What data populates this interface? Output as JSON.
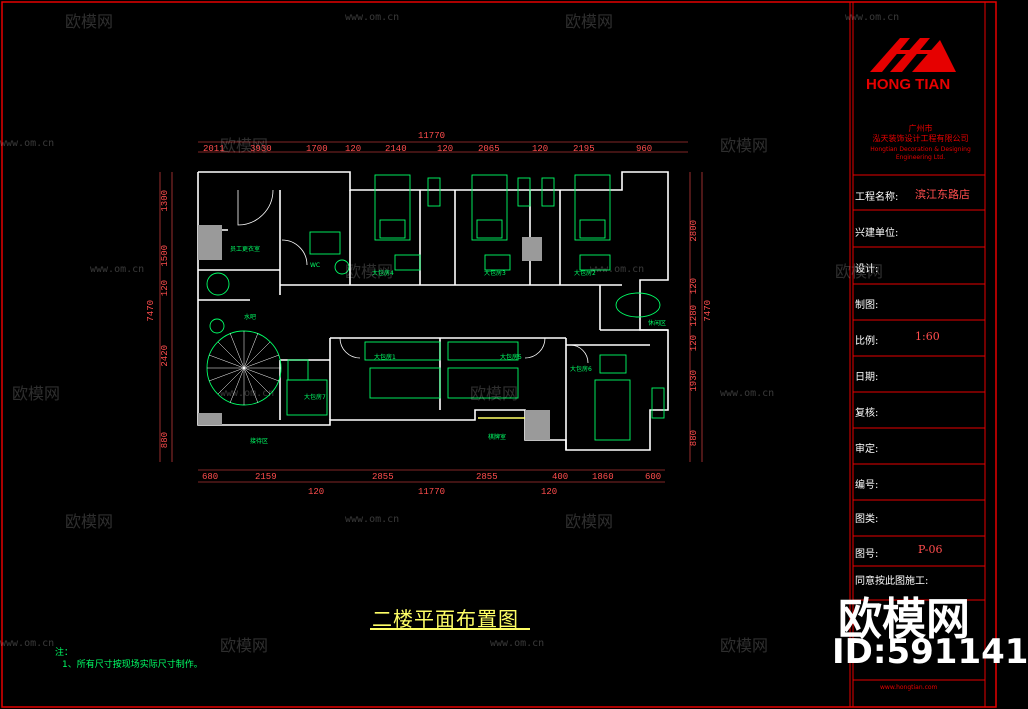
{
  "drawing": {
    "title": "二楼平面布置图",
    "notes_heading": "注：",
    "notes": [
      "1、所有尺寸按现场实际尺寸制作。"
    ]
  },
  "dimensions": {
    "top_total": "11770",
    "top_segments": [
      "2011",
      "3930",
      "1700",
      "120",
      "2140",
      "120",
      "2065",
      "120",
      "2195",
      "960"
    ],
    "bottom_total": "11770",
    "bottom_segments": [
      "680",
      "2159",
      "120",
      "2855",
      "2855",
      "120",
      "400",
      "1860",
      "600"
    ],
    "left_total": "7470",
    "left_segments": [
      "1300",
      "1500",
      "120",
      "2420",
      "880"
    ],
    "right_total": "7470",
    "right_segments": [
      "2800",
      "120",
      "1280",
      "120",
      "1930",
      "880"
    ]
  },
  "rooms": {
    "labels": [
      "大包房4",
      "大包房3",
      "大包房2",
      "大包房1",
      "大包房5",
      "大包房6",
      "大包房7",
      "员工更衣室",
      "WC",
      "水吧",
      "接待区",
      "棋牌室",
      "休闲区"
    ]
  },
  "title_block": {
    "logo": "HONG TIAN",
    "company_cn": "广州市\n泓天装饰设计工程有限公司",
    "company_en": "Hongtian Decoration & Designing\nEngineering Ltd.",
    "rows": [
      {
        "label": "工程名称:",
        "value": "滨江东路店"
      },
      {
        "label": "兴建单位:",
        "value": ""
      },
      {
        "label": "设计:",
        "value": ""
      },
      {
        "label": "制图:",
        "value": ""
      },
      {
        "label": "比例:",
        "value": "1:60"
      },
      {
        "label": "日期:",
        "value": ""
      },
      {
        "label": "复核:",
        "value": ""
      },
      {
        "label": "审定:",
        "value": ""
      },
      {
        "label": "编号:",
        "value": ""
      },
      {
        "label": "图类:",
        "value": ""
      },
      {
        "label": "图号:",
        "value": "P-06"
      },
      {
        "label": "同意按此图施工:",
        "value": ""
      }
    ],
    "footer": "www.hongtian.com"
  },
  "watermark": {
    "brand": "欧模网",
    "url": "www.om.cn",
    "big": "欧模网",
    "id": "ID:591141"
  },
  "colors": {
    "background": "#000000",
    "wall": "#ffffff",
    "dimension": "#ff4d4d",
    "furniture": "#00ff66",
    "title": "#ffff66",
    "border": "#e60000"
  }
}
